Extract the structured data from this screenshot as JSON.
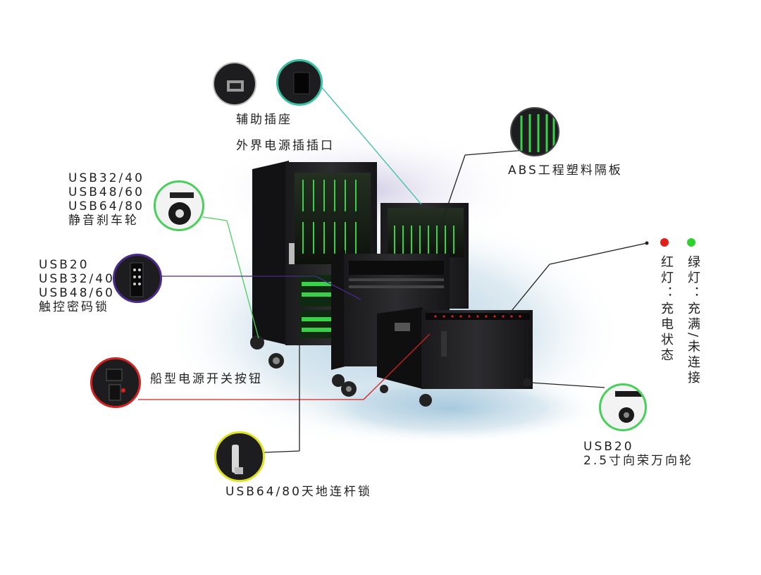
{
  "labels": {
    "aux_socket": "辅助插座",
    "ext_power": "外界电源插插口",
    "abs_board": "ABS工程塑料隔板",
    "brake_wheel": [
      "USB32/40",
      "USB48/60",
      "USB64/80",
      "静音刹车轮"
    ],
    "touch_lock": [
      "USB20",
      "USB32/40",
      "USB48/60",
      "触控密码锁"
    ],
    "rocker_switch": "船型电源开关按钮",
    "rod_lock": "USB64/80天地连杆锁",
    "caster": [
      "USB20",
      "2.5寸向荣万向轮"
    ],
    "red_light": "红灯：充电状态",
    "green_light": "绿灯：充满/未连接"
  },
  "colors": {
    "red_dot": "#e0201c",
    "green_dot": "#2fd12f",
    "ring_teal": "#35c1a3",
    "ring_green": "#49d05a",
    "ring_purple": "#4b2a8c",
    "ring_red": "#d32222",
    "ring_yellow": "#dfe21c",
    "charge_green": "#3ad04a"
  },
  "icons": [
    "socket-icon",
    "brake-wheel-icon",
    "keypad-icon",
    "rocker-switch-icon",
    "rod-lock-icon",
    "caster-icon"
  ]
}
